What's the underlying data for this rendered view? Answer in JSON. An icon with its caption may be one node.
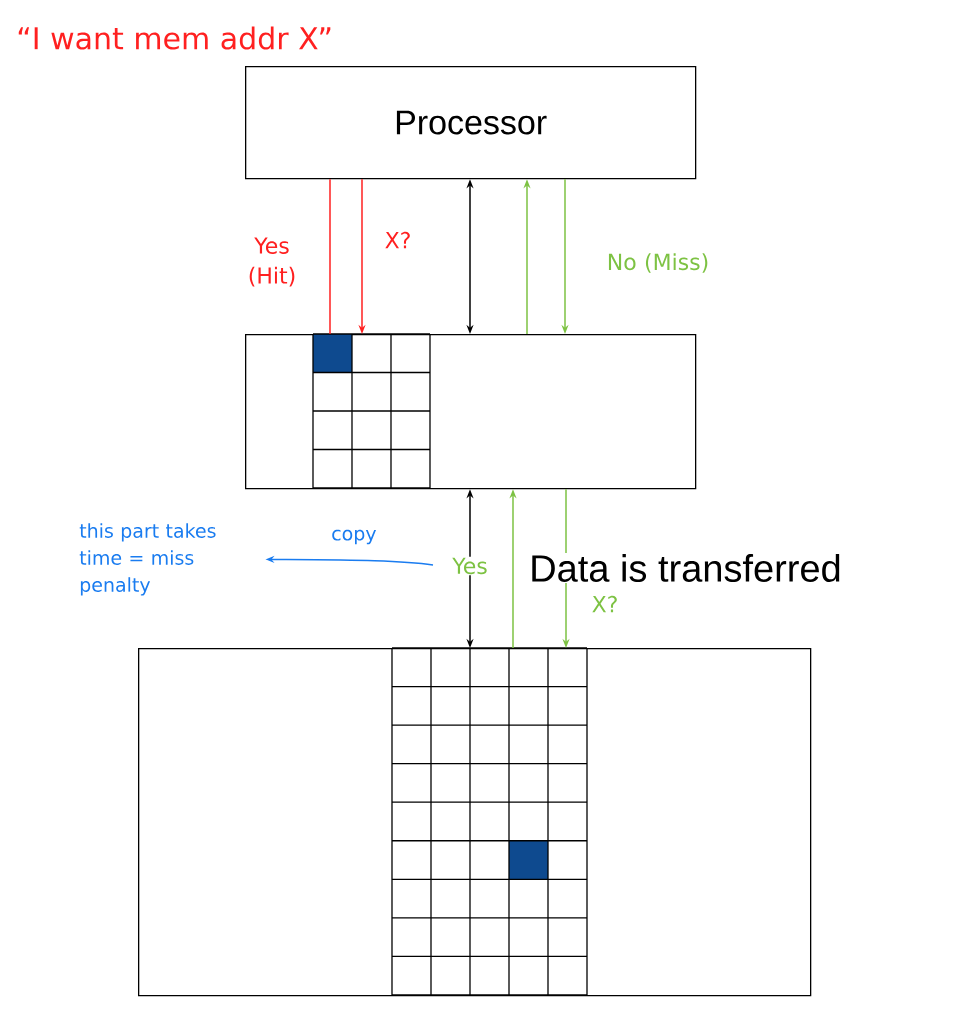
{
  "diagram": {
    "nodes": [
      {
        "text": [
          "Processor"
        ]
      },
      {
        "text": [],
        "shape": "box"
      },
      {
        "text": [],
        "shape": "box"
      },
      {
        "text": [
          "this part takes time = miss penalty"
        ]
      }
    ],
    "edges": [
      {
        "from": 1,
        "to": 0,
        "arrow": "none",
        "label": "Yes (Hit)",
        "color": "#ff2020"
      },
      {
        "from": 0,
        "to": 1,
        "arrow": "to",
        "label": "X?",
        "color": "#ff2020"
      },
      {
        "from": 0,
        "to": 1,
        "arrow": "both",
        "color": "#000000"
      },
      {
        "from": 1,
        "to": 0,
        "arrow": "to",
        "color": "#7dc243"
      },
      {
        "from": 0,
        "to": 1,
        "arrow": "to",
        "label": "No (Miss)",
        "color": "#7dc243"
      },
      {
        "from": 1,
        "to": 2,
        "arrow": "both",
        "label": "Yes",
        "color": "#000000"
      },
      {
        "from": 2,
        "to": 1,
        "arrow": "to",
        "color": "#7dc243"
      },
      {
        "from": 1,
        "to": 2,
        "arrow": "to",
        "label": "X?",
        "color": "#7dc243"
      },
      {
        "from": null,
        "to": 3,
        "arrow": "to",
        "color": "#1a7cf0"
      }
    ],
    "labels": [
      "“I want mem addr X”",
      "copy",
      "Data is transferred"
    ]
  }
}
